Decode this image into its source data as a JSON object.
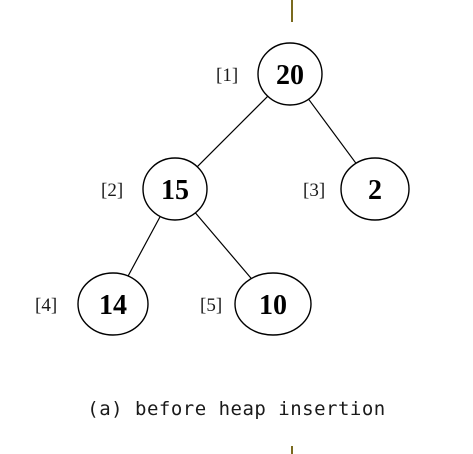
{
  "caption": "(a) before heap insertion",
  "colors": {
    "guide_line": "#7a6a1e",
    "stroke": "#000000"
  },
  "heap": {
    "nodes": [
      {
        "index_label": "[1]",
        "value": "20"
      },
      {
        "index_label": "[2]",
        "value": "15"
      },
      {
        "index_label": "[3]",
        "value": "2"
      },
      {
        "index_label": "[4]",
        "value": "14"
      },
      {
        "index_label": "[5]",
        "value": "10"
      }
    ],
    "edges": [
      {
        "from": 0,
        "to": 1
      },
      {
        "from": 0,
        "to": 2
      },
      {
        "from": 1,
        "to": 3
      },
      {
        "from": 1,
        "to": 4
      }
    ]
  }
}
